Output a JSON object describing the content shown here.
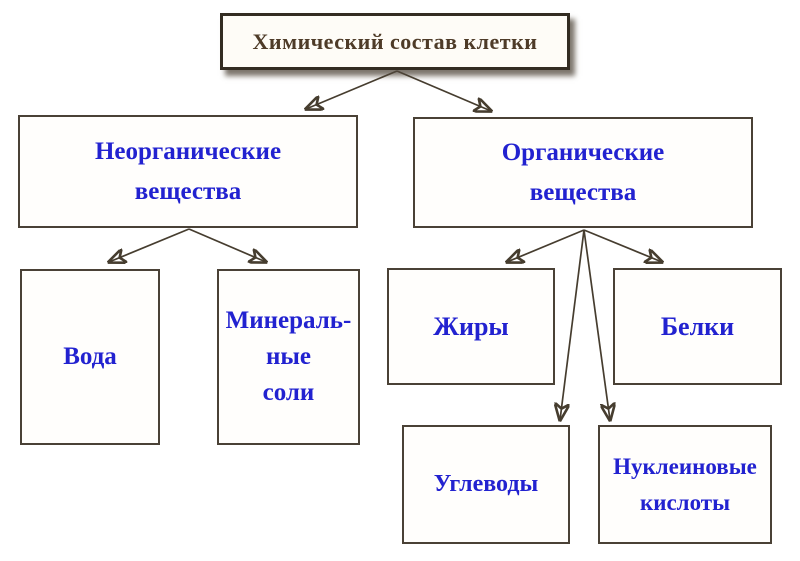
{
  "diagram": {
    "title": "Химический состав клетки",
    "type": "tree",
    "nodes": {
      "root": {
        "id": "root",
        "label": "Химический состав клетки",
        "text_color": "#4e3b28",
        "level": 0
      },
      "inorganic": {
        "id": "inorganic",
        "label": "Неорганические\nвещества",
        "text_color": "#2222d0",
        "level": 1
      },
      "organic": {
        "id": "organic",
        "label": "Органические\nвещества",
        "text_color": "#2222d0",
        "level": 1
      },
      "water": {
        "id": "water",
        "label": "Вода",
        "text_color": "#2222d0",
        "level": 2
      },
      "mineral_salts": {
        "id": "mineral_salts",
        "label": "Минераль-\nные\nсоли",
        "text_color": "#2222d0",
        "level": 2
      },
      "fats": {
        "id": "fats",
        "label": "Жиры",
        "text_color": "#2222d0",
        "level": 2
      },
      "proteins": {
        "id": "proteins",
        "label": "Белки",
        "text_color": "#2222d0",
        "level": 2
      },
      "carbohydrates": {
        "id": "carbohydrates",
        "label": "Углеводы",
        "text_color": "#2222d0",
        "level": 2
      },
      "nucleic_acids": {
        "id": "nucleic_acids",
        "label": "Нуклеиновые\nкислоты",
        "text_color": "#2222d0",
        "level": 2
      }
    },
    "edges": [
      {
        "from": "root",
        "to": "inorganic"
      },
      {
        "from": "root",
        "to": "organic"
      },
      {
        "from": "inorganic",
        "to": "water"
      },
      {
        "from": "inorganic",
        "to": "mineral_salts"
      },
      {
        "from": "organic",
        "to": "fats"
      },
      {
        "from": "organic",
        "to": "proteins"
      },
      {
        "from": "organic",
        "to": "carbohydrates"
      },
      {
        "from": "organic",
        "to": "nucleic_acids"
      }
    ],
    "colors": {
      "background": "#ffffff",
      "node_fill": "#fffefc",
      "node_border": "#4a4136",
      "title_text": "#4e3b28",
      "node_text_blue": "#2222d0",
      "arrow": "#463d2f"
    }
  }
}
